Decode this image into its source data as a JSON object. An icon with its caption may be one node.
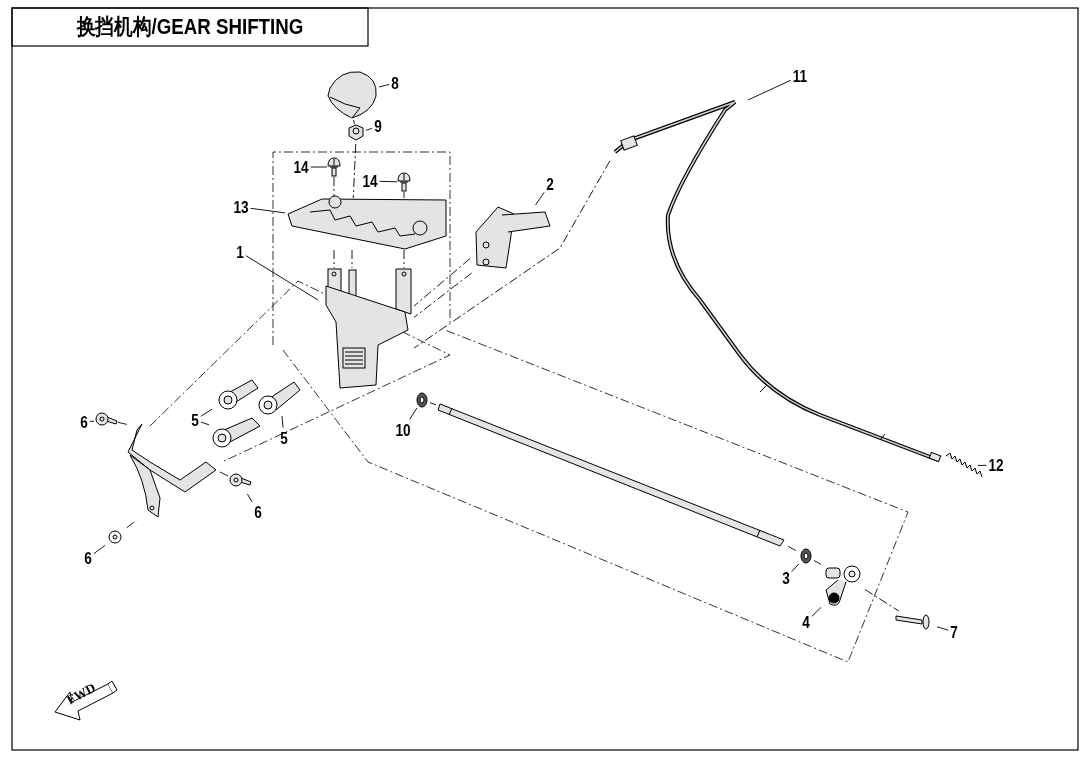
{
  "diagram": {
    "title": "换挡机构/GEAR SHIFTING",
    "nodes": [
      {
        "text": [
          "8"
        ]
      },
      {
        "text": [],
        "shape": "picture"
      },
      {
        "text": [
          "9"
        ]
      },
      {
        "text": [],
        "shape": "picture"
      },
      {
        "text": [
          "14"
        ]
      },
      {
        "text": [],
        "shape": "picture"
      },
      {
        "text": [
          "14"
        ]
      },
      {
        "text": [],
        "shape": "picture"
      },
      {
        "text": [
          "13"
        ]
      },
      {
        "text": [],
        "shape": "picture"
      },
      {
        "text": [
          "1"
        ]
      },
      {
        "text": [],
        "shape": "picture"
      },
      {
        "text": [
          "2"
        ]
      },
      {
        "text": [],
        "shape": "picture"
      },
      {
        "text": [
          "11"
        ]
      },
      {
        "text": [],
        "shape": "picture"
      },
      {
        "text": [
          "6"
        ]
      },
      {
        "text": [],
        "shape": "picture"
      },
      {
        "text": [
          "5"
        ]
      },
      {
        "text": [],
        "shape": "picture"
      },
      {
        "text": [],
        "shape": "picture"
      },
      {
        "text": [
          "5"
        ]
      },
      {
        "text": [],
        "shape": "picture"
      },
      {
        "text": [
          "10"
        ]
      },
      {
        "text": [],
        "shape": "picture"
      },
      {
        "text": [
          "12"
        ]
      },
      {
        "text": [],
        "shape": "picture"
      },
      {
        "text": [
          "6"
        ]
      },
      {
        "text": [],
        "shape": "picture"
      },
      {
        "text": [
          "6"
        ]
      },
      {
        "text": [],
        "shape": "picture"
      },
      {
        "text": [
          "3"
        ]
      },
      {
        "text": [],
        "shape": "picture"
      },
      {
        "text": [
          "4"
        ]
      },
      {
        "text": [],
        "shape": "picture"
      },
      {
        "text": [
          "7"
        ]
      },
      {
        "text": [],
        "shape": "picture"
      },
      {
        "text": [],
        "shape": "picture"
      },
      {
        "text": [],
        "shape": "picture"
      }
    ],
    "edges": [
      {
        "from": 0,
        "to": 1,
        "arrow": "none"
      },
      {
        "from": 2,
        "to": 3,
        "arrow": "none"
      },
      {
        "from": 4,
        "to": 5,
        "arrow": "none"
      },
      {
        "from": 6,
        "to": 7,
        "arrow": "none"
      },
      {
        "from": 8,
        "to": 9,
        "arrow": "none"
      },
      {
        "from": 10,
        "to": 11,
        "arrow": "none"
      },
      {
        "from": 12,
        "to": 13,
        "arrow": "none"
      },
      {
        "from": 14,
        "to": 15,
        "arrow": "none"
      },
      {
        "from": 16,
        "to": 17,
        "arrow": "none"
      },
      {
        "from": 18,
        "to": 19,
        "arrow": "none"
      },
      {
        "from": 18,
        "to": 20,
        "arrow": "none"
      },
      {
        "from": 21,
        "to": 22,
        "arrow": "none"
      },
      {
        "from": 23,
        "to": 24,
        "arrow": "none"
      },
      {
        "from": 25,
        "to": 26,
        "arrow": "none"
      },
      {
        "from": 27,
        "to": 28,
        "arrow": "none"
      },
      {
        "from": 29,
        "to": 30,
        "arrow": "none"
      },
      {
        "from": 31,
        "to": 32,
        "arrow": "none"
      },
      {
        "from": 33,
        "to": 34,
        "arrow": "none"
      },
      {
        "from": 35,
        "to": 36,
        "arrow": "none"
      },
      {
        "from": 1,
        "to": 3,
        "arrow": "none",
        "style": "dashed"
      },
      {
        "from": 3,
        "to": 9,
        "arrow": "none",
        "style": "dashed"
      },
      {
        "from": 5,
        "to": 9,
        "arrow": "none",
        "style": "dashed"
      },
      {
        "from": 7,
        "to": 9,
        "arrow": "none",
        "style": "dashed"
      },
      {
        "from": 9,
        "to": 11,
        "arrow": "none",
        "style": "dashed"
      },
      {
        "from": 9,
        "to": 11,
        "arrow": "none",
        "style": "dashed"
      },
      {
        "from": 9,
        "to": 11,
        "arrow": "none",
        "style": "dashed"
      },
      {
        "from": 13,
        "to": 11,
        "arrow": "none",
        "style": "dashed"
      },
      {
        "from": 13,
        "to": 11,
        "arrow": "none",
        "style": "dashed"
      },
      {
        "from": 15,
        "to": 11,
        "arrow": "none",
        "style": "dashed"
      },
      {
        "from": 17,
        "to": 37,
        "arrow": "none",
        "style": "dashed"
      },
      {
        "from": 28,
        "to": 37,
        "arrow": "none",
        "style": "dashed"
      },
      {
        "from": 30,
        "to": 37,
        "arrow": "none",
        "style": "dashed"
      },
      {
        "from": 24,
        "to": 38,
        "arrow": "none",
        "style": "dashed"
      },
      {
        "from": 38,
        "to": 32,
        "arrow": "none",
        "style": "dashed"
      },
      {
        "from": 32,
        "to": 34,
        "arrow": "none",
        "style": "dashed"
      },
      {
        "from": 34,
        "to": 36,
        "arrow": "none",
        "style": "dashed"
      }
    ],
    "labels": [
      "FWD"
    ]
  }
}
